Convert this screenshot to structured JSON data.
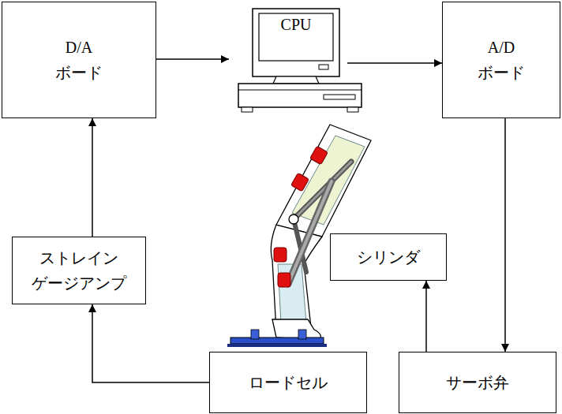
{
  "diagram": {
    "nodes": [
      {
        "text": [
          "D/A ボード"
        ]
      },
      {
        "text": [
          "CPU"
        ]
      },
      {
        "text": [
          "A/D ボード"
        ]
      },
      {
        "text": [
          "ストレイン ゲージアンプ"
        ]
      },
      {
        "text": [
          "シリンダ"
        ]
      },
      {
        "text": [
          "ロードセル"
        ]
      },
      {
        "text": [
          "サーボ弁"
        ]
      }
    ],
    "edges": [
      {
        "from": 5,
        "to": 3,
        "arrow": "to"
      },
      {
        "from": 3,
        "to": 0,
        "arrow": "to"
      },
      {
        "from": 0,
        "to": 1,
        "arrow": "to"
      },
      {
        "from": 1,
        "to": 2,
        "arrow": "to"
      },
      {
        "from": 2,
        "to": 6,
        "arrow": "to"
      },
      {
        "from": 6,
        "to": 4,
        "arrow": "to"
      }
    ]
  }
}
